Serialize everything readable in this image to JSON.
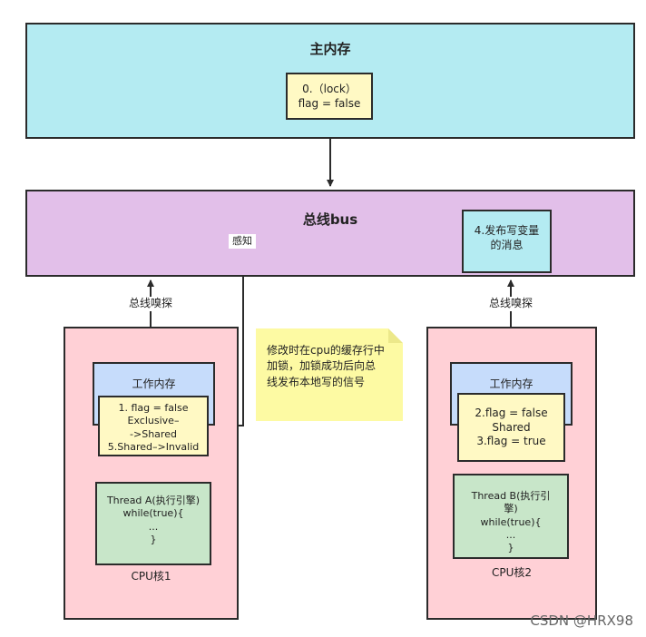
{
  "main_memory": {
    "title": "主内存",
    "flag_lines": [
      "0.（lock）",
      "flag = false"
    ]
  },
  "bus": {
    "title": "总线bus",
    "perceive_label": "感知",
    "message_lines": [
      "4.发布写变量",
      "的消息"
    ]
  },
  "snoop_labels": {
    "left": "总线嗅探",
    "right": "总线嗅探"
  },
  "cpu1": {
    "work_memory_title": "工作内存",
    "cache_lines": [
      "1. flag = false",
      "Exclusive–",
      "->Shared",
      "5.Shared–>Invalid"
    ],
    "thread_lines": [
      "Thread A(执行引擎)",
      "while(true){",
      "...",
      "}"
    ],
    "label": "CPU核1"
  },
  "cpu2": {
    "work_memory_title": "工作内存",
    "cache_lines": [
      "2.flag = false",
      "Shared",
      "3.flag = true"
    ],
    "thread_lines": [
      "Thread B(执行引",
      "擎)",
      "while(true){",
      "...",
      "}"
    ],
    "label": "CPU核2"
  },
  "note": {
    "lines": [
      "修改时在cpu的缓存行中",
      "加锁，加锁成功后向总",
      "线发布本地写的信号"
    ]
  },
  "watermark": "CSDN @HRX98"
}
